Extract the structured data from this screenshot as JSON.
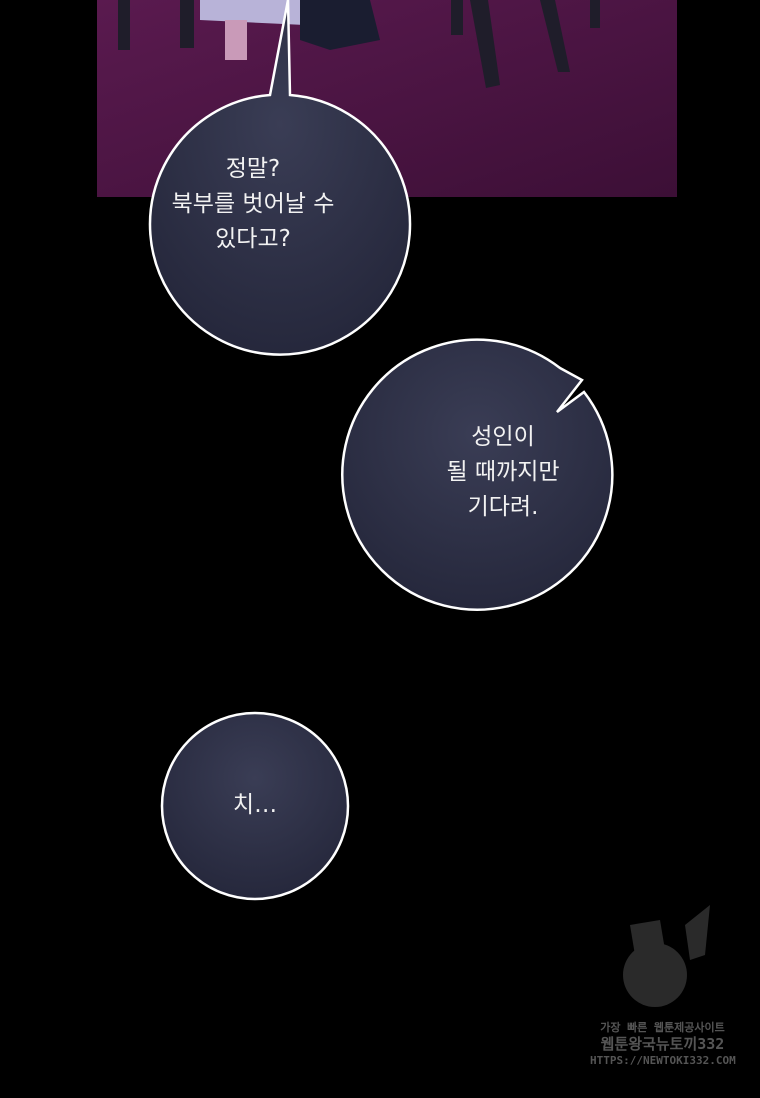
{
  "colors": {
    "background": "#000000",
    "panel": "#4a1540",
    "bubble": "#2c2f45",
    "bubble_border": "#ffffff"
  },
  "bubbles": [
    {
      "lines": [
        "정말?",
        "북부를 벗어날 수",
        "있다고?"
      ]
    },
    {
      "lines": [
        "성인이",
        "될 때까지만",
        "기다려."
      ]
    },
    {
      "lines": [
        "치…"
      ]
    }
  ],
  "watermark": {
    "line1": "가장 빠른 웹툰제공사이트",
    "line2": "웹툰왕국뉴토끼332",
    "line3": "HTTPS://NEWTOKI332.COM"
  }
}
